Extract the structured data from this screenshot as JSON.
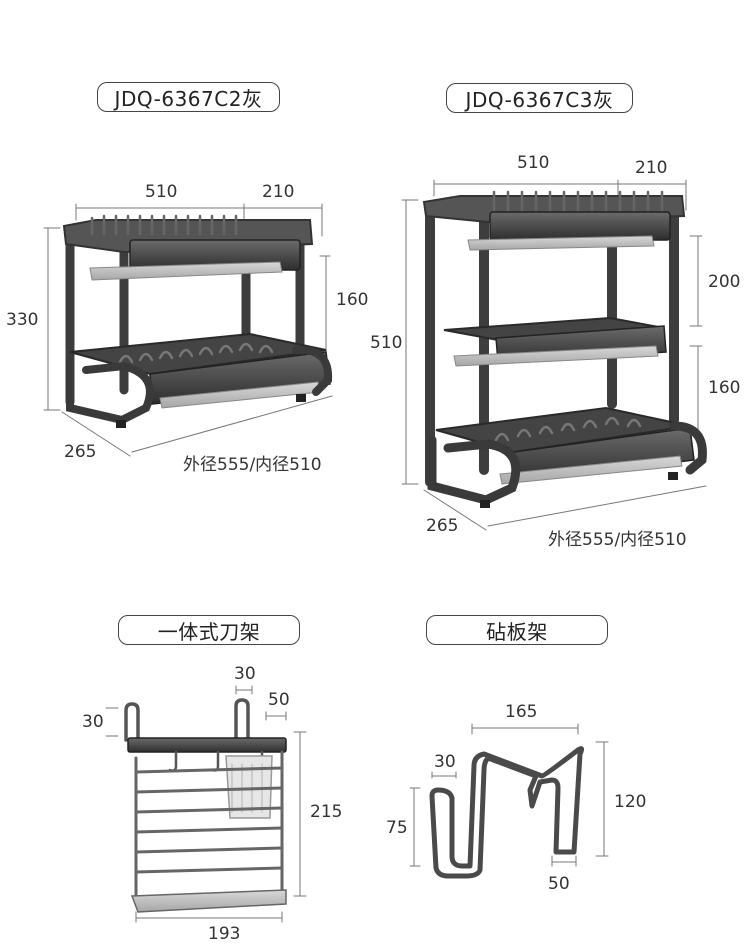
{
  "labels": {
    "c2": "JDQ-6367C2灰",
    "c3": "JDQ-6367C3灰",
    "knife": "一体式刀架",
    "board": "砧板架"
  },
  "c2_dims": {
    "width": "510",
    "depth_top": "210",
    "height": "330",
    "tier_gap": "160",
    "depth": "265",
    "outer_inner": "外径555/内径510"
  },
  "c3_dims": {
    "width": "510",
    "depth_top": "210",
    "height": "510",
    "tier_gap_top": "200",
    "tier_gap_bottom": "160",
    "depth": "265",
    "outer_inner": "外径555/内径510"
  },
  "knife_dims": {
    "hook_height": "30",
    "hook_width": "30",
    "depth": "50",
    "height": "215",
    "width": "193"
  },
  "board_dims": {
    "width": "165",
    "small_width": "30",
    "left_height": "75",
    "height": "120",
    "foot": "50"
  },
  "colors": {
    "metal": "#4a4a4a",
    "metal_light": "#8a8a8a",
    "dim_line": "#777777"
  }
}
